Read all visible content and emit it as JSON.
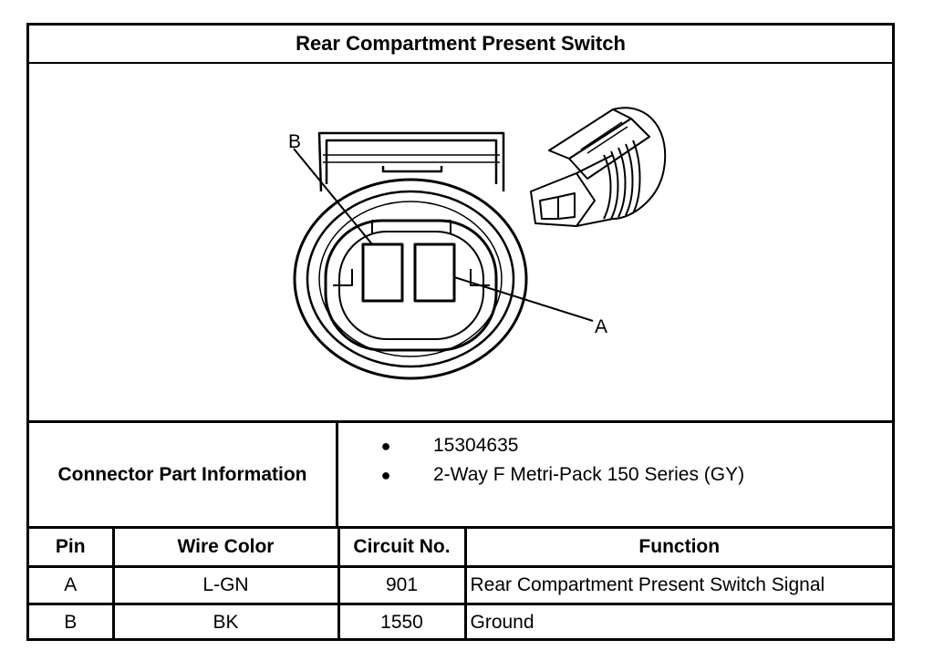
{
  "title": "Rear Compartment Present Switch",
  "figure": {
    "callout_b": "B",
    "callout_a": "A"
  },
  "connector_info": {
    "label": "Connector Part Information",
    "items": [
      "15304635",
      "2-Way F Metri-Pack 150 Series (GY)"
    ]
  },
  "table": {
    "headers": [
      "Pin",
      "Wire Color",
      "Circuit No.",
      "Function"
    ],
    "rows": [
      [
        "A",
        "L-GN",
        "901",
        "Rear Compartment Present Switch Signal"
      ],
      [
        "B",
        "BK",
        "1550",
        "Ground"
      ]
    ]
  }
}
